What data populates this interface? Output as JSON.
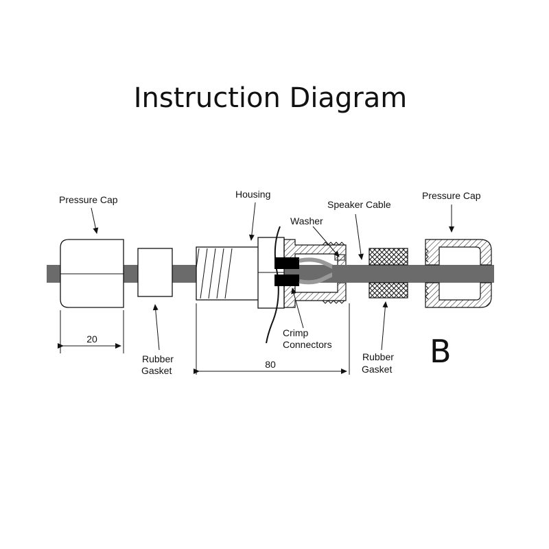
{
  "title": "Instruction Diagram",
  "figure_letter": "B",
  "labels": {
    "pressure_cap_left": "Pressure Cap",
    "rubber_gasket_left_line1": "Rubber",
    "rubber_gasket_left_line2": "Gasket",
    "housing": "Housing",
    "washer": "Washer",
    "speaker_cable": "Speaker Cable",
    "crimp_line1": "Crimp",
    "crimp_line2": "Connectors",
    "rubber_gasket_right_line1": "Rubber",
    "rubber_gasket_right_line2": "Gasket",
    "pressure_cap_right": "Pressure Cap"
  },
  "dimensions": {
    "cap_length": "20",
    "housing_length": "80"
  },
  "colors": {
    "cable": "#6b6b6b",
    "line": "#111111",
    "connector": "#000000"
  }
}
